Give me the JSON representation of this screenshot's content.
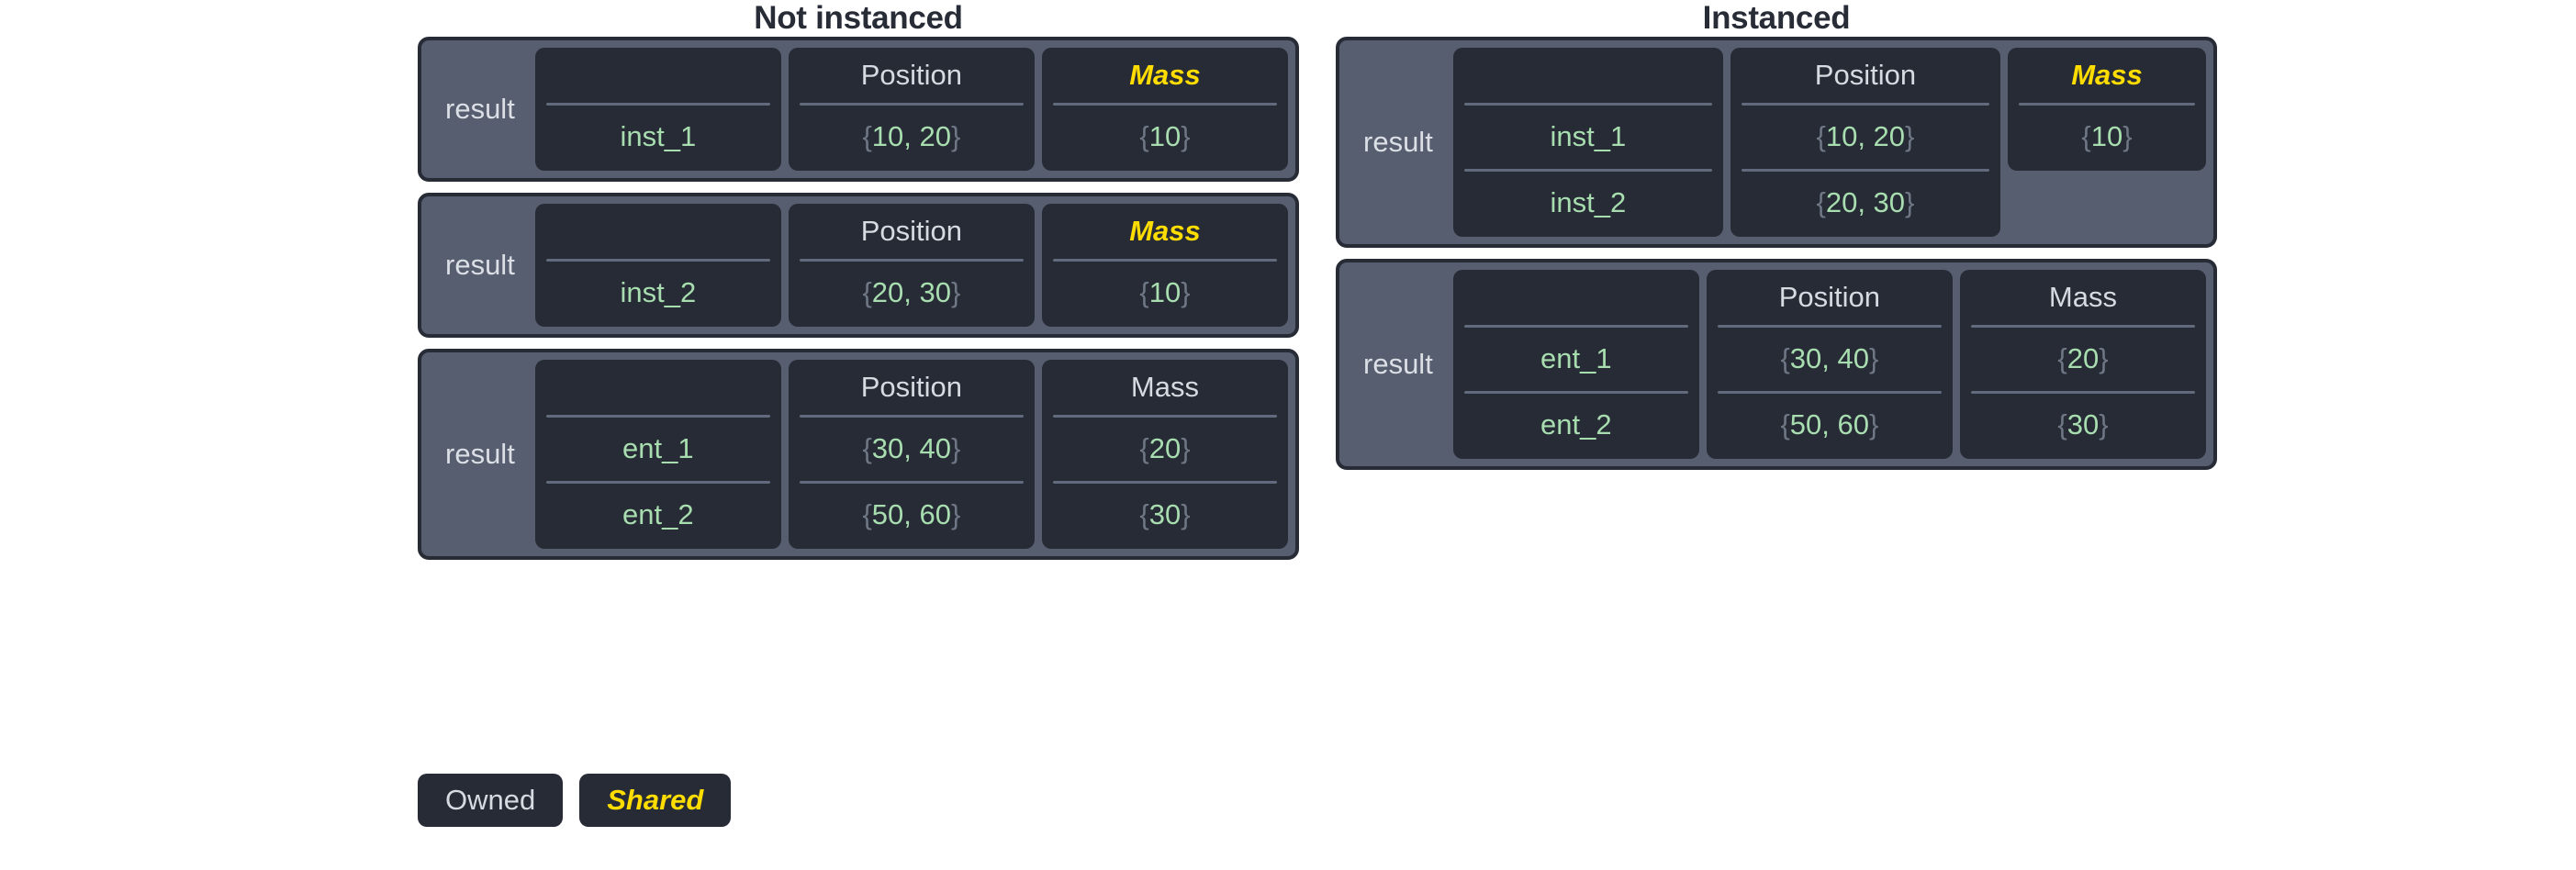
{
  "colors": {
    "page_background": "#ffffff",
    "group_fill": "#565e6f",
    "group_border": "#262b35",
    "card_fill": "#262b35",
    "owned_text": "#d6dae1",
    "shared_text": "#ffdd00",
    "value_text": "#a8ddb0",
    "brace_text": "#6f7786",
    "separator": "#626b7d",
    "title_text": "#272c36"
  },
  "columns": [
    {
      "title": "Not instanced"
    },
    {
      "title": "Instanced"
    }
  ],
  "legend": {
    "items": [
      {
        "label": "Owned",
        "style": "owned"
      },
      {
        "label": "Shared",
        "style": "shared"
      }
    ]
  },
  "not_instanced": {
    "groups": [
      {
        "label": "result",
        "columns": [
          {
            "header": "",
            "header_style": "empty",
            "values": [
              "inst_1"
            ]
          },
          {
            "header": "Position",
            "header_style": "owned",
            "values": [
              "{10, 20}"
            ]
          },
          {
            "header": "Mass",
            "header_style": "shared",
            "values": [
              "{10}"
            ]
          }
        ]
      },
      {
        "label": "result",
        "columns": [
          {
            "header": "",
            "header_style": "empty",
            "values": [
              "inst_2"
            ]
          },
          {
            "header": "Position",
            "header_style": "owned",
            "values": [
              "{20, 30}"
            ]
          },
          {
            "header": "Mass",
            "header_style": "shared",
            "values": [
              "{10}"
            ]
          }
        ]
      },
      {
        "label": "result",
        "columns": [
          {
            "header": "",
            "header_style": "empty",
            "values": [
              "ent_1",
              "ent_2"
            ]
          },
          {
            "header": "Position",
            "header_style": "owned",
            "values": [
              "{30, 40}",
              "{50, 60}"
            ]
          },
          {
            "header": "Mass",
            "header_style": "owned",
            "values": [
              "{20}",
              "{30}"
            ]
          }
        ]
      }
    ]
  },
  "instanced": {
    "groups": [
      {
        "label": "result",
        "columns": [
          {
            "header": "",
            "header_style": "empty",
            "values": [
              "inst_1",
              "inst_2"
            ]
          },
          {
            "header": "Position",
            "header_style": "owned",
            "values": [
              "{10, 20}",
              "{20, 30}"
            ]
          },
          {
            "header": "Mass",
            "header_style": "shared",
            "values": [
              "{10}"
            ]
          }
        ]
      },
      {
        "label": "result",
        "columns": [
          {
            "header": "",
            "header_style": "empty",
            "values": [
              "ent_1",
              "ent_2"
            ]
          },
          {
            "header": "Position",
            "header_style": "owned",
            "values": [
              "{30, 40}",
              "{50, 60}"
            ]
          },
          {
            "header": "Mass",
            "header_style": "owned",
            "values": [
              "{20}",
              "{30}"
            ]
          }
        ]
      }
    ]
  }
}
